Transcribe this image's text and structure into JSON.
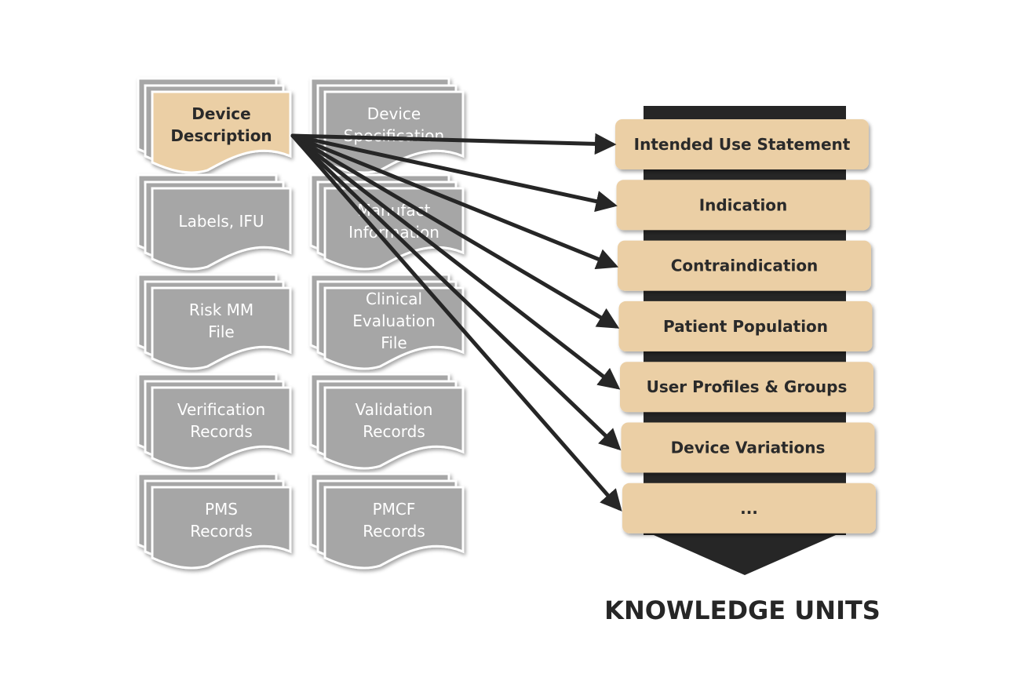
{
  "documents": [
    {
      "id": "device-description",
      "lines": [
        "Device",
        "Description"
      ],
      "highlight": true
    },
    {
      "id": "device-specification",
      "lines": [
        "Device",
        "Specification"
      ],
      "highlight": false
    },
    {
      "id": "labels-ifu",
      "lines": [
        "Labels, IFU"
      ],
      "highlight": false
    },
    {
      "id": "manufacturer-information",
      "lines": [
        "Manufact",
        "Information"
      ],
      "highlight": false
    },
    {
      "id": "risk-mm-file",
      "lines": [
        "Risk MM",
        "File"
      ],
      "highlight": false
    },
    {
      "id": "clinical-evaluation-file",
      "lines": [
        "Clinical",
        "Evaluation",
        "File"
      ],
      "highlight": false
    },
    {
      "id": "verification-records",
      "lines": [
        "Verification",
        "Records"
      ],
      "highlight": false
    },
    {
      "id": "validation-records",
      "lines": [
        "Validation",
        "Records"
      ],
      "highlight": false
    },
    {
      "id": "pms-records",
      "lines": [
        "PMS",
        "Records"
      ],
      "highlight": false
    },
    {
      "id": "pmcf-records",
      "lines": [
        "PMCF",
        "Records"
      ],
      "highlight": false
    }
  ],
  "knowledge_units": {
    "title": "KNOWLEDGE UNITS",
    "items": [
      "Intended Use Statement",
      "Indication",
      "Contraindication",
      "Patient Population",
      "User Profiles & Groups",
      "Device Variations",
      "..."
    ]
  },
  "colors": {
    "doc_fill": "#a6a6a6",
    "doc_stroke": "#ffffff",
    "doc_text": "#ffffff",
    "highlight_fill": "#ebcfa5",
    "highlight_text": "#2a2a2a",
    "unit_fill": "#ebcfa5",
    "unit_text": "#2a2a2a",
    "spine": "#262626",
    "arrow": "#262626",
    "title": "#262626"
  }
}
